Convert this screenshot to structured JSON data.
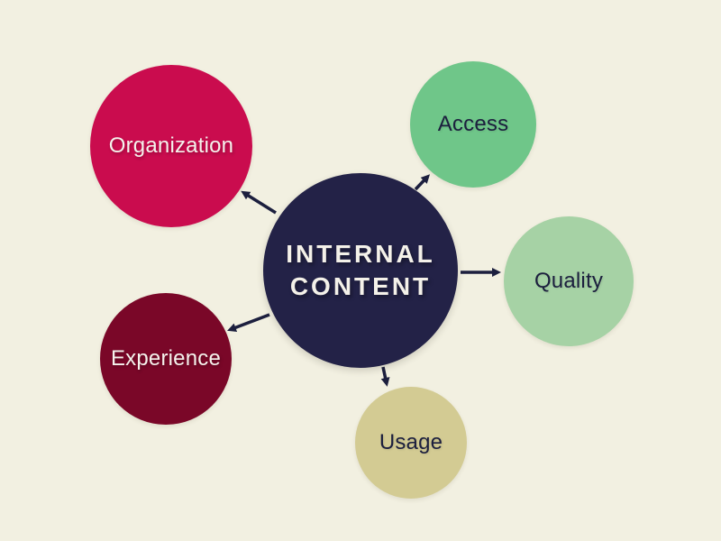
{
  "diagram": {
    "background_color": "#f2f0e1",
    "arrow_color": "#1c1f3e",
    "center": {
      "label_line1": "INTERNAL",
      "label_line2": "CONTENT",
      "fill_color": "#232247",
      "text_color": "#f4f1e9"
    },
    "nodes": [
      {
        "id": "organization",
        "label": "Organization",
        "fill_color": "#ca0c4e",
        "text_color": "#f5f2ec"
      },
      {
        "id": "access",
        "label": "Access",
        "fill_color": "#6fc689",
        "text_color": "#1c1f3e"
      },
      {
        "id": "quality",
        "label": "Quality",
        "fill_color": "#a6d2a5",
        "text_color": "#1c1f3e"
      },
      {
        "id": "experience",
        "label": "Experience",
        "fill_color": "#7a0728",
        "text_color": "#f5f2ec"
      },
      {
        "id": "usage",
        "label": "Usage",
        "fill_color": "#d3cb93",
        "text_color": "#1c1f3e"
      }
    ]
  }
}
